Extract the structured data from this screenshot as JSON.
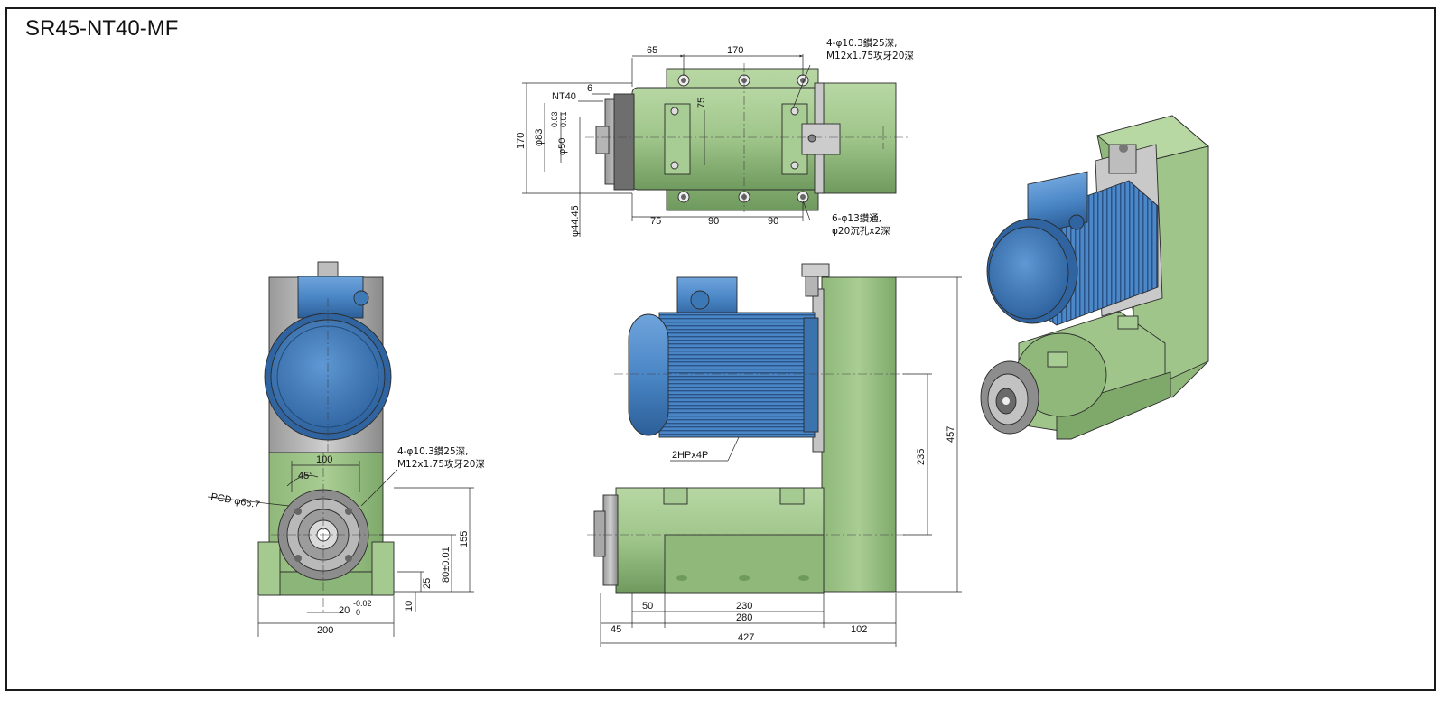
{
  "title": "SR45-NT40-MF",
  "colors": {
    "body_green": "#9fc58a",
    "body_green_dark": "#6f9a5e",
    "motor_blue": "#4a86c6",
    "motor_blue_dark": "#2c5f98",
    "plate_gray": "#b9b9b9",
    "flange_gray": "#8c8c8c"
  },
  "top_view": {
    "dims": {
      "d65": "65",
      "d170_top": "170",
      "d75_right": "75",
      "d170_left": "170",
      "nt40": "NT40",
      "d6": "6",
      "phi83": "φ83",
      "phi50": "φ50",
      "phi50_tol_up": "-0.03",
      "phi50_tol_low": "-0.01",
      "phi44": "φ44.45",
      "d75_bottom": "75",
      "d90_a": "90",
      "d90_b": "90"
    },
    "note_top_1": "4-φ10.3鑽25深,",
    "note_top_2": "M12x1.75攻牙20深",
    "note_bot_1": "6-φ13鑽通,",
    "note_bot_2": "φ20沉孔x2深"
  },
  "front_view": {
    "dims": {
      "d100": "100",
      "d45deg": "45°",
      "pcd": "PCD φ66.7",
      "d155": "155",
      "d80": "80±0.01",
      "d25": "25",
      "d10": "10",
      "d20": "20",
      "d20_tol_up": "-0.02",
      "d20_tol_low": "0",
      "d200": "200"
    },
    "note_1": "4-φ10.3鑽25深,",
    "note_2": "M12x1.75攻牙20深"
  },
  "side_view": {
    "motor_label": "2HPx4P",
    "dims": {
      "d457": "457",
      "d235": "235",
      "d45": "45",
      "d50": "50",
      "d230": "230",
      "d280": "280",
      "d102": "102",
      "d427": "427"
    }
  }
}
